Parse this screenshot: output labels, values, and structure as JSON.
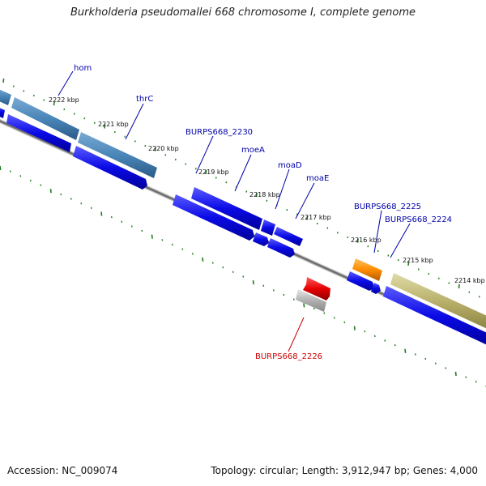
{
  "title": "Burkholderia pseudomallei 668 chromosome I, complete genome",
  "footer": {
    "accession": "Accession: NC_009074",
    "summary": "Topology: circular; Length: 3,912,947 bp; Genes: 4,000"
  },
  "colors": {
    "backbone": "#777777",
    "tick": "#1e7d1e",
    "cds": "#0a0ae6",
    "gene_outer": "#4a86b8",
    "selected": "#e60000",
    "pseudo": "#b0b0b0",
    "orange": "#ff8c00",
    "olive": "#b8b06a",
    "label_blue": "#0000aa",
    "label_red": "#cc0000"
  },
  "kbp_labels": [
    "2222 kbp",
    "2221 kbp",
    "2220 kbp",
    "2219 kbp",
    "2218 kbp",
    "2217 kbp",
    "2216 kbp",
    "2215 kbp",
    "2214 kbp"
  ],
  "gene_labels": [
    {
      "id": "hom",
      "text": "hom",
      "color": "label_blue"
    },
    {
      "id": "thrC",
      "text": "thrC",
      "color": "label_blue"
    },
    {
      "id": "burps668-2230",
      "text": "BURPS668_2230",
      "color": "label_blue"
    },
    {
      "id": "moeA",
      "text": "moeA",
      "color": "label_blue"
    },
    {
      "id": "moaD",
      "text": "moaD",
      "color": "label_blue"
    },
    {
      "id": "moaE",
      "text": "moaE",
      "color": "label_blue"
    },
    {
      "id": "burps668-2225",
      "text": "BURPS668_2225",
      "color": "label_blue"
    },
    {
      "id": "burps668-2224",
      "text": "BURPS668_2224",
      "color": "label_blue"
    },
    {
      "id": "burps668-2226",
      "text": "BURPS668_2226",
      "color": "label_red"
    }
  ]
}
